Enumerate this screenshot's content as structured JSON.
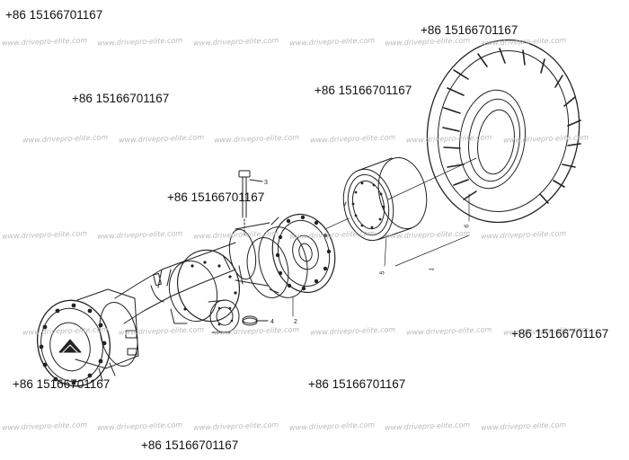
{
  "phones": [
    "+86 15166701167",
    "+86 15166701167",
    "+86 15166701167",
    "+86 15166701167",
    "+86 15166701167",
    "+86 15166701167",
    "+86 15166701167",
    "+86 15166701167",
    "+86 15166701167"
  ],
  "watermark": "www.drivepro-elite.com",
  "callouts": {
    "bolt": "3",
    "washer": "4",
    "hub": "2",
    "rim": "5",
    "tire": "6",
    "axle": "1"
  },
  "colors": {
    "line": "#222222",
    "background": "#ffffff",
    "watermark": "#b9b9b9",
    "phone": "#111111"
  }
}
